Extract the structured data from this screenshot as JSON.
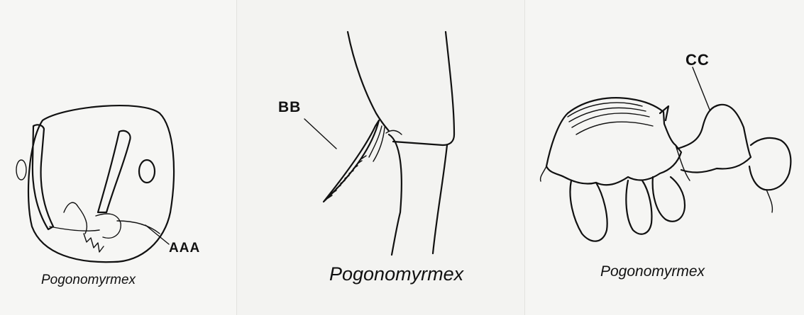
{
  "panels": [
    {
      "caption": "Pogonomyrmex",
      "label": "AAA"
    },
    {
      "caption": "Pogonomyrmex",
      "label": "BB"
    },
    {
      "caption": "Pogonomyrmex",
      "label": "CC"
    }
  ],
  "colors": {
    "ink": "#111111",
    "paper": "#f5f5f3"
  }
}
